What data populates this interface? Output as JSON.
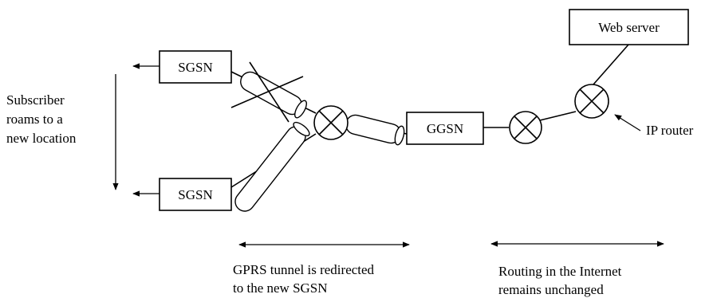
{
  "nodes": {
    "sgsn_top": "SGSN",
    "sgsn_bottom": "SGSN",
    "ggsn": "GGSN",
    "web_server": "Web server"
  },
  "labels": {
    "subscriber": [
      "Subscriber",
      "roams to a",
      "new location"
    ],
    "ip_router": "IP router",
    "tunnel_caption": [
      "GPRS tunnel is redirected",
      "to the new SGSN"
    ],
    "routing_caption": [
      "Routing in the Internet",
      "remains unchanged"
    ]
  }
}
